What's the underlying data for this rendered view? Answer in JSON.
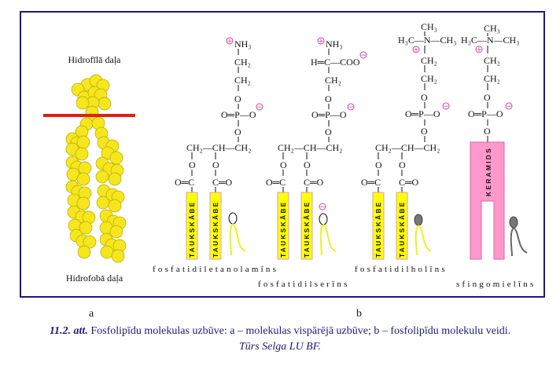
{
  "panel_a": {
    "top_label": "Hidrofīlā daļa",
    "bottom_label": "Hidrofobā daļa",
    "letter": "a"
  },
  "panel_b": {
    "letter": "b"
  },
  "common": {
    "ch2": "CH₂",
    "o": "O",
    "opo": "O═P—O",
    "glycerol": "CH₂—CH—CH₂",
    "oc_left": "O═C",
    "oc_right": "C═O",
    "ch3": "CH₃",
    "trimethyl": "H₃C—N—CH₃",
    "fatty_acid": "TAUKSKĀBE",
    "plus": "+",
    "minus": "−"
  },
  "molecules": [
    {
      "name": "fosfatidiletanolamīns",
      "head": "NH₃"
    },
    {
      "name": "fosfatidilserīns",
      "head": "NH₃",
      "serine_row": "H═C—COO"
    },
    {
      "name": "fosfatidilholīns"
    },
    {
      "name": "sfingomielīns",
      "block": "KERAMIDS"
    }
  ],
  "caption": {
    "figure_no": "11.2. att.",
    "text": " Fosfolipīdu molekulas uzbūve: a – molekulas vispārējā uzbūve; b – fosfolipīdu molekulu veidi.",
    "credit": "Tūrs Selga LU BF."
  },
  "colors": {
    "frame": "#1a1a7a",
    "ball": "#f5e61e",
    "bar": "#ffff00",
    "ceramide": "#ff99cc",
    "charge": "#d0409a",
    "divider": "#e02010"
  }
}
